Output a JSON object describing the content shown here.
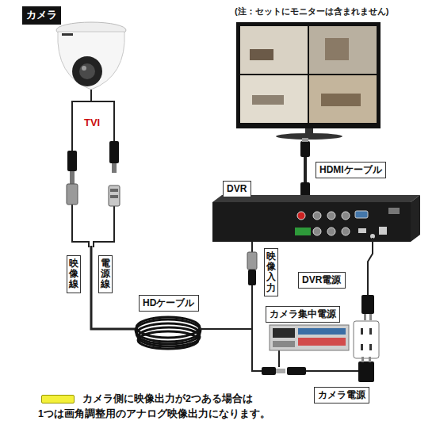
{
  "diagram": {
    "nodes": [
      {
        "text": [
          "カメラ"
        ]
      },
      {
        "text": [
          "HDMIケーブル"
        ]
      },
      {
        "text": [
          "DVR"
        ]
      },
      {
        "text": [
          "映像線"
        ]
      },
      {
        "text": [
          "電源線"
        ]
      },
      {
        "text": [
          "映像入力"
        ]
      },
      {
        "text": [
          "DVR電源"
        ]
      },
      {
        "text": [
          "HDケーブル"
        ]
      },
      {
        "text": [
          "カメラ集中電源"
        ]
      },
      {
        "text": [
          "カメラ電源"
        ]
      }
    ],
    "labels": [
      "(注：セットにモニターは含まれません)",
      "TVI"
    ],
    "legend": [
      {
        "text": "カメラ側に映像出力が2つある場合は 1つは画角調整用のアナログ映像出力になります。",
        "color": "#f4f03a"
      }
    ]
  }
}
